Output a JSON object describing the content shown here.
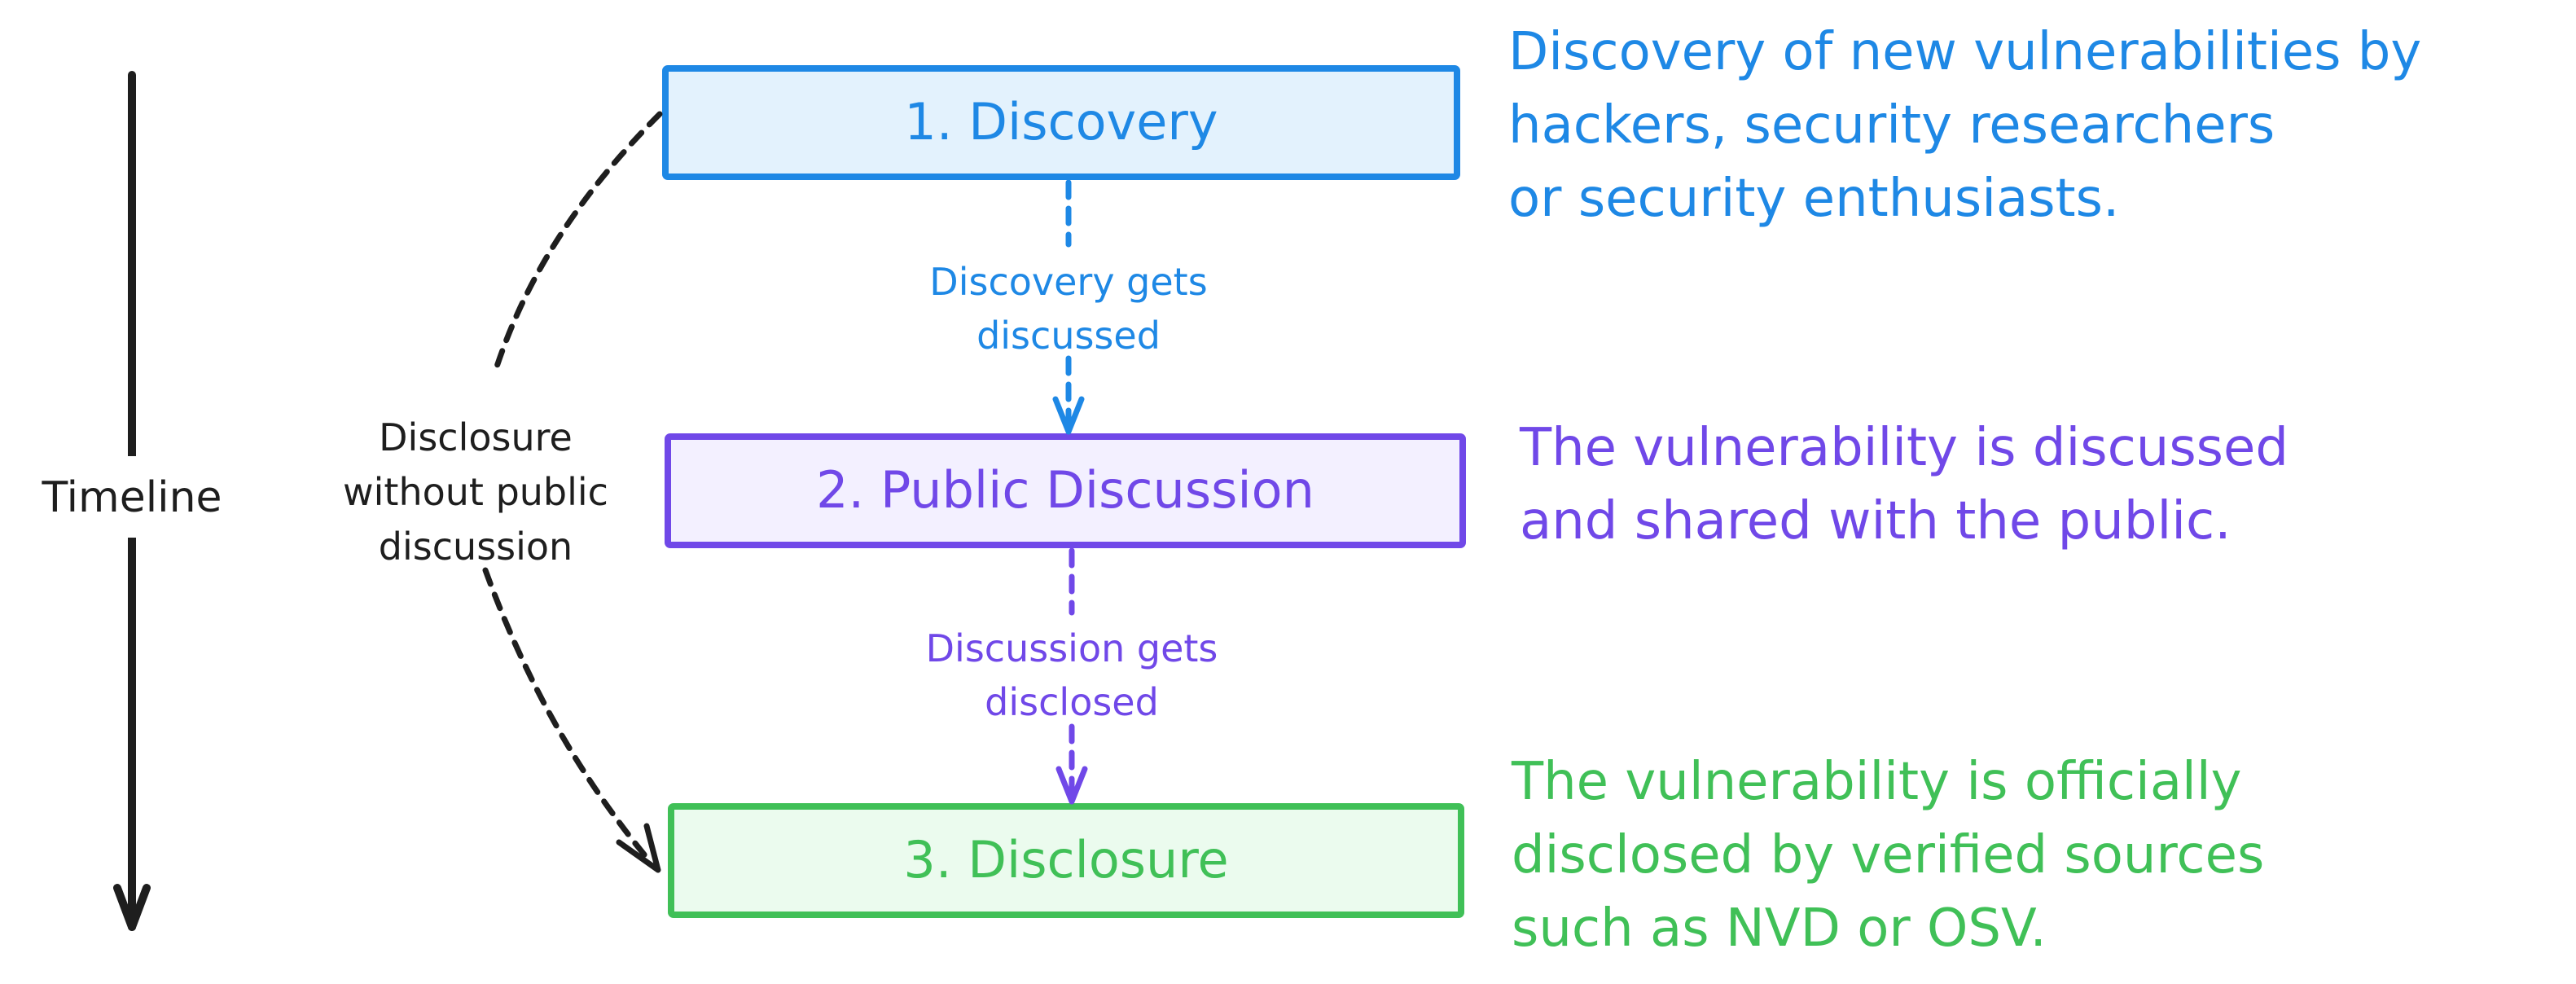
{
  "colors": {
    "blue": "#1e88e5",
    "blue_fill": "#e3f2fd",
    "purple": "#7048e8",
    "purple_fill": "#f3f0ff",
    "green": "#40c057",
    "green_fill": "#ebfbee",
    "ink": "#1e1e1e"
  },
  "timeline": {
    "label": "Timeline",
    "direction": "down"
  },
  "stages": [
    {
      "label": "1. Discovery",
      "color_key": "blue",
      "note_lines": [
        "Discovery of new vulnerabilities by",
        "hackers, security researchers",
        "or security enthusiasts."
      ]
    },
    {
      "label": "2. Public Discussion",
      "color_key": "purple",
      "note_lines": [
        "The vulnerability is discussed",
        "and shared with the public."
      ]
    },
    {
      "label": "3. Disclosure",
      "color_key": "green",
      "note_lines": [
        "The vulnerability is officially",
        "disclosed by verified sources",
        "such as NVD or OSV."
      ]
    }
  ],
  "transitions": [
    {
      "from": "1. Discovery",
      "to": "2. Public Discussion",
      "label_lines": [
        "Discovery gets",
        "discussed"
      ],
      "style": "dashed"
    },
    {
      "from": "2. Public Discussion",
      "to": "3. Disclosure",
      "label_lines": [
        "Discussion gets",
        "disclosed"
      ],
      "style": "dashed"
    }
  ],
  "bypass": {
    "from": "1. Discovery",
    "to": "3. Disclosure",
    "label_lines": [
      "Disclosure",
      "without public",
      "discussion"
    ],
    "style": "dashed"
  }
}
